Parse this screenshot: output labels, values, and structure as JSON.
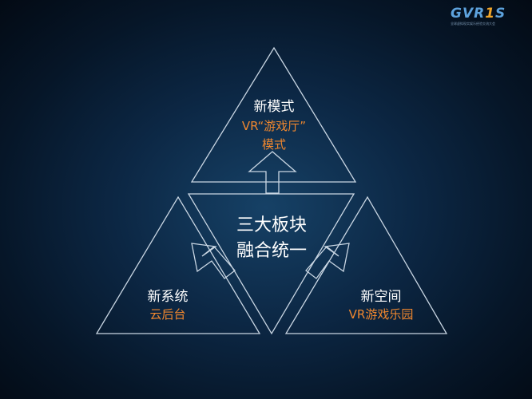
{
  "logo": {
    "mark_a": "GVR",
    "mark_b": "1",
    "mark_c": "S",
    "subtitle": "全球虚拟现实娱乐经验交流大会"
  },
  "diagram": {
    "top": {
      "title": "新模式",
      "line1": "VR“游戏厅”",
      "line2": "模式"
    },
    "left": {
      "title": "新系统",
      "subtitle": "云后台"
    },
    "right": {
      "title": "新空间",
      "subtitle": "VR游戏乐园"
    },
    "center": {
      "line1": "三大板块",
      "line2": "融合统一"
    }
  },
  "colors": {
    "title": "#ffffff",
    "subtitle": "#f0872e",
    "outline": "#c9d6e3"
  }
}
